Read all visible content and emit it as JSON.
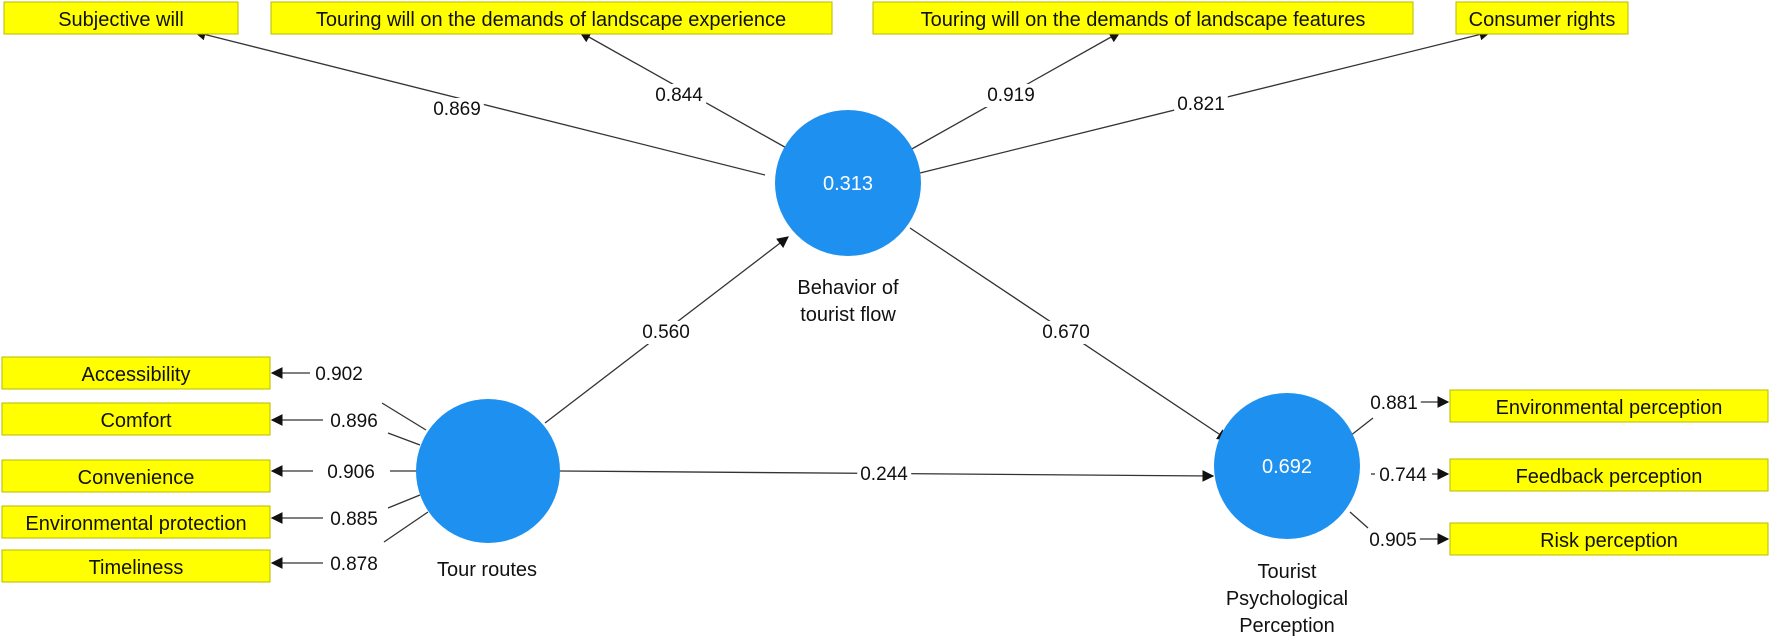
{
  "constructs": {
    "behavior": {
      "value": "0.313",
      "label": [
        "Behavior of",
        "tourist flow"
      ]
    },
    "routes": {
      "value": "",
      "label": [
        "Tour routes"
      ]
    },
    "perception": {
      "value": "0.692",
      "label": [
        "Tourist",
        "Psychological",
        "Perception"
      ]
    }
  },
  "indicators": {
    "subjective_will": "Subjective will",
    "experience": "Touring will on the demands of landscape experience",
    "features": "Touring will on the demands of landscape features",
    "consumer_rights": "Consumer rights",
    "accessibility": "Accessibility",
    "comfort": "Comfort",
    "convenience": "Convenience",
    "env_protection": "Environmental protection",
    "timeliness": "Timeliness",
    "env_perception": "Environmental perception",
    "feedback": "Feedback perception",
    "risk": "Risk perception"
  },
  "loadings": {
    "subjective_will": "0.869",
    "experience": "0.844",
    "features": "0.919",
    "consumer_rights": "0.821",
    "accessibility": "0.902",
    "comfort": "0.896",
    "convenience": "0.906",
    "env_protection": "0.885",
    "timeliness": "0.878",
    "env_perception": "0.881",
    "feedback": "0.744",
    "risk": "0.905"
  },
  "paths": {
    "routes_to_behavior": "0.560",
    "behavior_to_perception": "0.670",
    "routes_to_perception": "0.244"
  },
  "colors": {
    "node": "#1e90f0",
    "indicator_box": "#ffff00"
  }
}
